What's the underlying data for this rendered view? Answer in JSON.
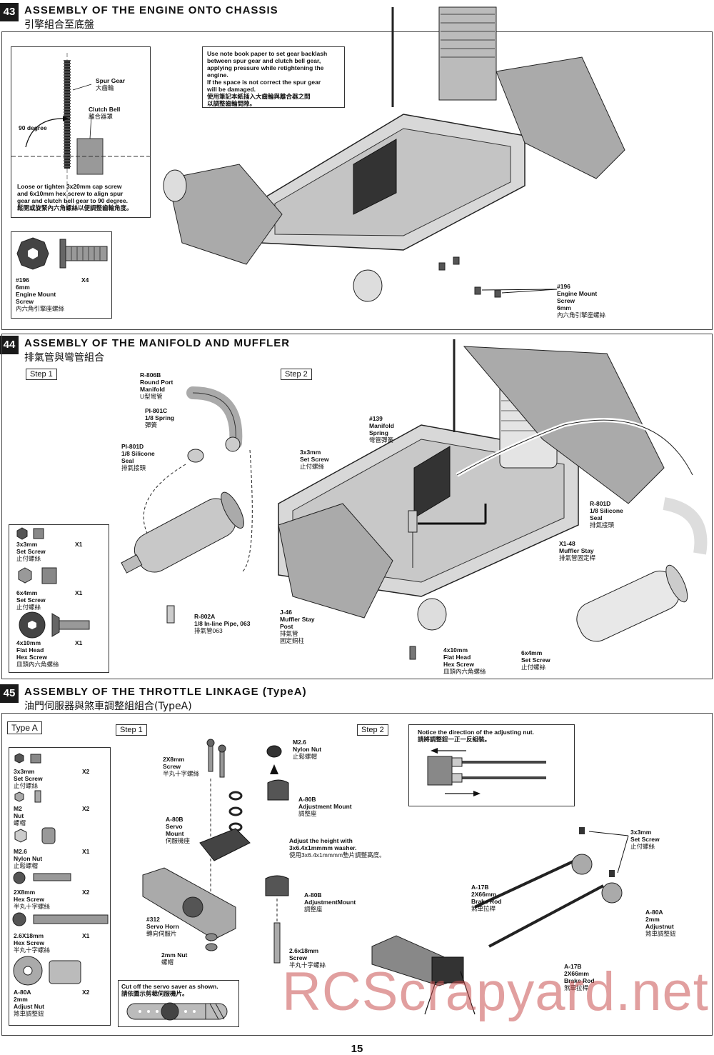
{
  "steps": [
    {
      "number": "43",
      "title": "ASSEMBLY OF THE ENGINE ONTO CHASSIS",
      "title_cn": "引擎組合至底盤",
      "inset": {
        "spur_gear": "Spur Gear",
        "spur_gear_cn": "大齒輪",
        "clutch_bell": "Clutch Bell",
        "clutch_bell_cn": "離合器罩",
        "angle": "90 degree",
        "note": "Loose or tighten 3x20mm cap screw\nand 6x10mm hex screw to align spur\ngear and clutch bell gear to 90 degree.",
        "note_cn": "鬆開或旋緊內六角螺絲以便調整齒輪角度。"
      },
      "parts": [
        {
          "code": "#196",
          "name": "6mm\nEngine Mount\nScrew",
          "name_cn": "內六角引擎座螺絲",
          "qty": "X4"
        }
      ],
      "callouts": {
        "top_note": "Use note book paper to set gear backlash\nbetween spur gear and clutch bell gear,\napplying pressure while retightening the\nengine.\nIf the space is not correct the spur gear\nwill be damaged.",
        "top_note_cn": "使用筆記本紙插入大齒輪與離合器之間\n以調整齒輪間隙。",
        "screw_code": "#196",
        "screw_name": "Engine Mount\nScrew\n6mm",
        "screw_name_cn": "內六角引擎座螺絲"
      }
    },
    {
      "number": "44",
      "title": "ASSEMBLY OF THE MANIFOLD AND MUFFLER",
      "title_cn": "排氣管與彎管組合",
      "step1": "Step 1",
      "step2": "Step 2",
      "labels": [
        {
          "code": "R-806B",
          "name": "Round Port\nManifold",
          "name_cn": "U型彎管"
        },
        {
          "code": "PI-801C",
          "name": "1/8 Spring",
          "name_cn": "彈簧"
        },
        {
          "code": "PI-801D",
          "name": "1/8 Silicone\nSeal",
          "name_cn": "排氣接頭"
        },
        {
          "code": "R-802A",
          "name": "1/8 In-line Pipe, 063",
          "name_cn": "排氣管063"
        }
      ],
      "labels2": [
        {
          "code": "#139",
          "name": "Manifold\nSpring",
          "name_cn": "彎管彈簧"
        },
        {
          "code": "",
          "name": "3x3mm\nSet Screw",
          "name_cn": "止付螺絲"
        },
        {
          "code": "R-801D",
          "name": "1/8 Silicone\nSeal",
          "name_cn": "排氣接頭"
        },
        {
          "code": "X1-48",
          "name": "Muffler Stay",
          "name_cn": "排氣管固定桿"
        },
        {
          "code": "J-46",
          "name": "Muffler Stay\nPost",
          "name_cn": "排氣管\n固定銅柱"
        },
        {
          "code": "",
          "name": "4x10mm\nFlat Head\nHex Screw",
          "name_cn": "皿頭內六角螺絲"
        },
        {
          "code": "",
          "name": "6x4mm\nSet Screw",
          "name_cn": "止付螺絲"
        }
      ],
      "parts": [
        {
          "name": "3x3mm\nSet Screw",
          "name_cn": "止付螺絲",
          "qty": "X1"
        },
        {
          "name": "6x4mm\nSet Screw",
          "name_cn": "止付螺絲",
          "qty": "X1"
        },
        {
          "name": "4x10mm\nFlat Head\nHex Screw",
          "name_cn": "皿頭內六角螺絲",
          "qty": "X1"
        }
      ]
    },
    {
      "number": "45",
      "title": "ASSEMBLY OF THE THROTTLE LINKAGE (TypeA)",
      "title_cn": "油門伺服器與煞車調整組組合(TypeA)",
      "type_tag": "Type A",
      "step1": "Step 1",
      "step2": "Step 2",
      "parts": [
        {
          "name": "3x3mm\nSet Screw",
          "name_cn": "止付螺絲",
          "qty": "X2"
        },
        {
          "name": "M2\nNut",
          "name_cn": "螺帽",
          "qty": "X2"
        },
        {
          "name": "M2.6\nNylon Nut",
          "name_cn": "止鬆螺帽",
          "qty": "X1"
        },
        {
          "name": "2X8mm\nHex Screw",
          "name_cn": "半丸十字螺絲",
          "qty": "X2"
        },
        {
          "name": "2.6X18mm\nHex Screw",
          "name_cn": "半丸十字螺絲",
          "qty": "X1"
        },
        {
          "name": "A-80A\n2mm\nAdjust Nut",
          "name_cn": "煞車調整鈕",
          "qty": "X2"
        }
      ],
      "labels": [
        {
          "code": "",
          "name": "2X8mm\nScrew",
          "name_cn": "半丸十字螺絲"
        },
        {
          "code": "M2.6",
          "name": "Nylon Nut",
          "name_cn": "止鬆螺帽"
        },
        {
          "code": "A-80B",
          "name": "Adjustment Mount",
          "name_cn": "調整座"
        },
        {
          "code": "A-80B",
          "name": "Servo\nMount",
          "name_cn": "伺服機座"
        },
        {
          "code": "",
          "name": "Adjust the height with\n3x6.4x1mmmm washer.",
          "name_cn": "使用3x6.4x1mmmm墊片調整高度。"
        },
        {
          "code": "A-80B",
          "name": "AdjustmentMount",
          "name_cn": "調整座"
        },
        {
          "code": "#312",
          "name": "Servo Horn",
          "name_cn": "轉向伺服片"
        },
        {
          "code": "",
          "name": "2mm Nut",
          "name_cn": "螺帽"
        },
        {
          "code": "",
          "name": "2.6x18mm\nScrew",
          "name_cn": "半丸十字螺絲"
        }
      ],
      "step2_labels": [
        {
          "code": "",
          "name": "3x3mm\nSet Screw",
          "name_cn": "止付螺絲"
        },
        {
          "code": "A-17B",
          "name": "2X66mm\nBrake Rod",
          "name_cn": "煞車拉桿"
        },
        {
          "code": "A-80A",
          "name": "2mm\nAdjustnut",
          "name_cn": "煞車調整鈕"
        },
        {
          "code": "A-17B",
          "name": "2X66mm\nBrake Rod",
          "name_cn": "煞車拉桿"
        }
      ],
      "notice": "Notice the direction of the adjusting nut.",
      "notice_cn": "請將調整鈕一正一反組裝。",
      "cut_note": "Cut off the servo saver as shown.",
      "cut_note_cn": "請依圖示剪裁伺服機片。"
    }
  ],
  "page_number": "15",
  "watermark": "RCScrapyard.net"
}
